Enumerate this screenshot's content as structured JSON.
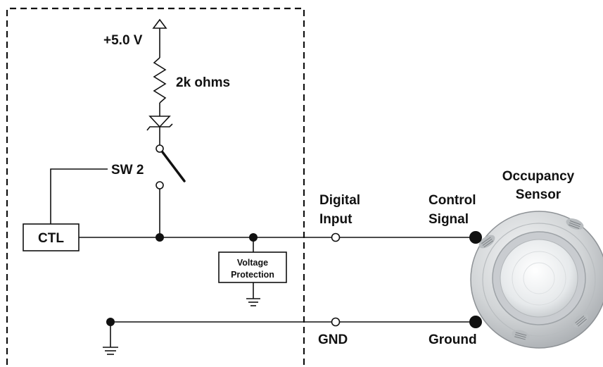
{
  "labels": {
    "supply": "+5.0 V",
    "resistor": "2k ohms",
    "switch": "SW 2",
    "ctl": "CTL",
    "voltage_protection_line1": "Voltage",
    "voltage_protection_line2": "Protection",
    "digital_input_line1": "Digital",
    "digital_input_line2": "Input",
    "gnd": "GND",
    "control_signal_line1": "Control",
    "control_signal_line2": "Signal",
    "ground": "Ground",
    "sensor_line1": "Occupancy",
    "sensor_line2": "Sensor"
  },
  "colors": {
    "line": "#111111",
    "sensor_body": "#d4d6d8",
    "sensor_lens": "#eef0f1"
  }
}
